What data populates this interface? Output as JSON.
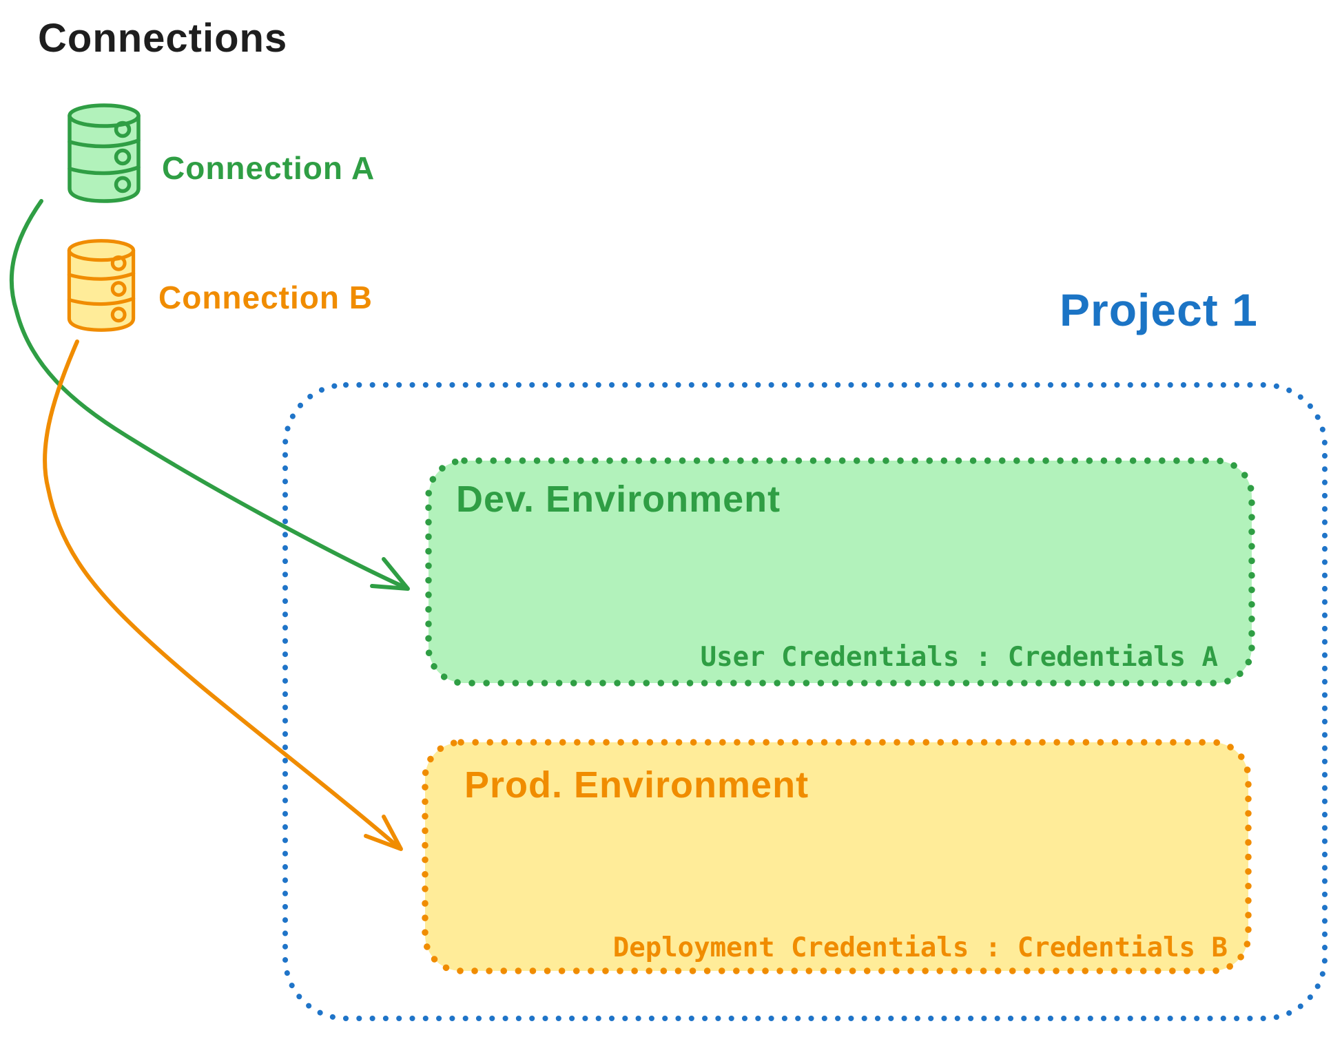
{
  "title": "Connections",
  "connections": [
    {
      "id": "a",
      "label": "Connection A",
      "color": "#2f9e44",
      "fill": "#b2f2bb",
      "icon": "database-icon"
    },
    {
      "id": "b",
      "label": "Connection B",
      "color": "#f08c00",
      "fill": "#ffec99",
      "icon": "database-icon"
    }
  ],
  "project": {
    "title": "Project 1",
    "border_color": "#1b74c5",
    "environments": [
      {
        "name": "Dev. Environment",
        "credential_label": "User Credentials : Credentials A",
        "stroke_color": "#2f9e44",
        "fill_color": "#b2f2bb",
        "linked_connection": "Connection A"
      },
      {
        "name": "Prod. Environment",
        "credential_label": "Deployment Credentials : Credentials B",
        "stroke_color": "#f08c00",
        "fill_color": "#ffec99",
        "linked_connection": "Connection B"
      }
    ]
  }
}
